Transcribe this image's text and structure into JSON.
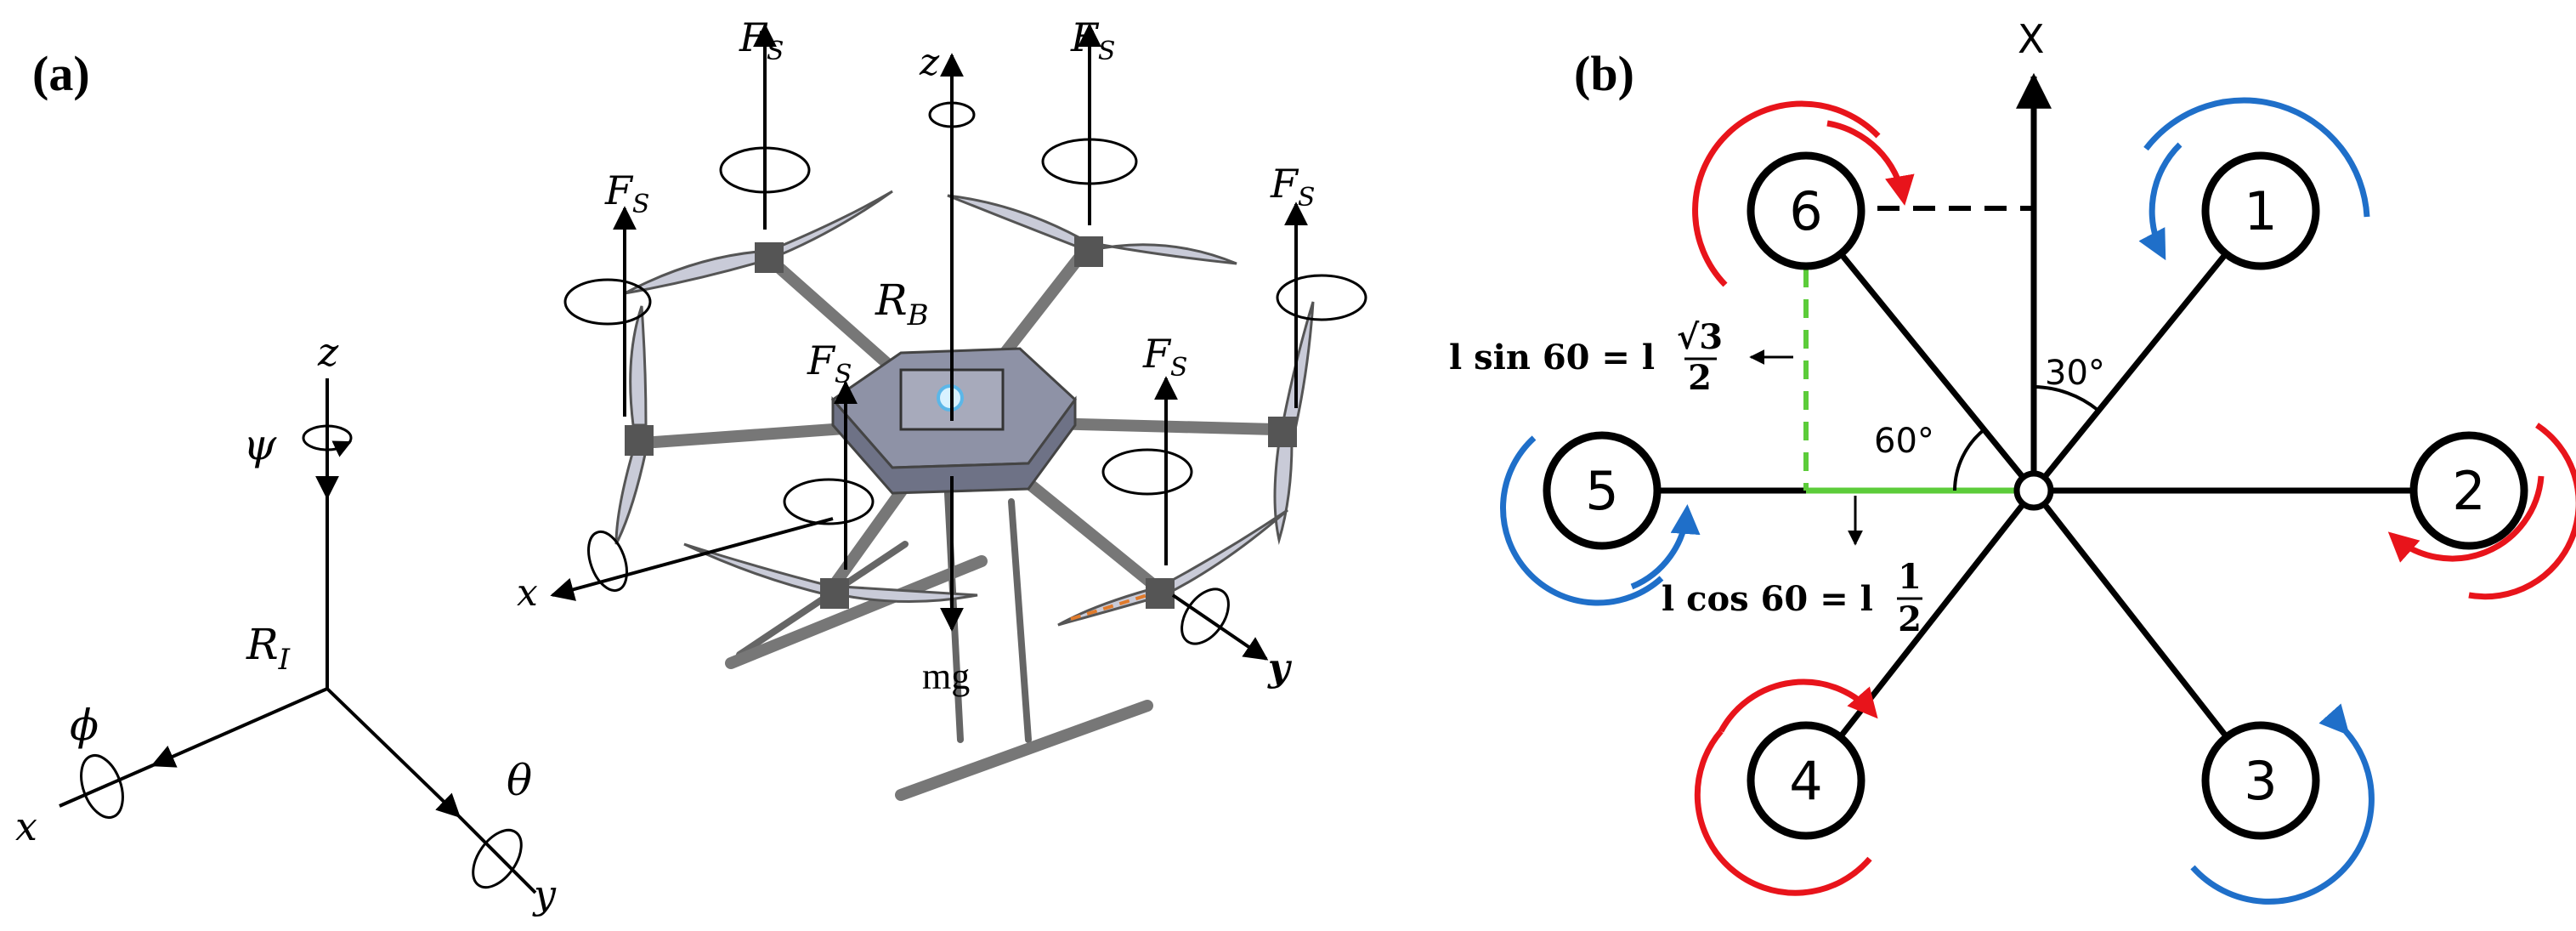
{
  "panel_a": {
    "label": "(a)",
    "inertial": {
      "z": "z",
      "x": "x",
      "y": "y",
      "psi": "ψ",
      "phi": "ϕ",
      "theta": "θ",
      "frame": "R",
      "frame_sub": "I"
    },
    "body": {
      "z": "z",
      "x": "x",
      "y": "y",
      "frame": "R",
      "frame_sub": "B",
      "weight": "mg"
    },
    "thrust": {
      "F": "F",
      "sub": "S"
    }
  },
  "panel_b": {
    "label": "(b)",
    "x_axis": "X",
    "angle_30": "30°",
    "angle_60": "60°",
    "motors": [
      "1",
      "2",
      "3",
      "4",
      "5",
      "6"
    ],
    "eq_sin": {
      "lhs": "l sin 60 = l",
      "num": "√3",
      "den": "2"
    },
    "eq_cos": {
      "lhs": "l cos 60 = l",
      "num": "1",
      "den": "2"
    },
    "colors": {
      "cw": "#e8141b",
      "ccw": "#1f6fc9",
      "component": "#5ccc3a"
    }
  }
}
